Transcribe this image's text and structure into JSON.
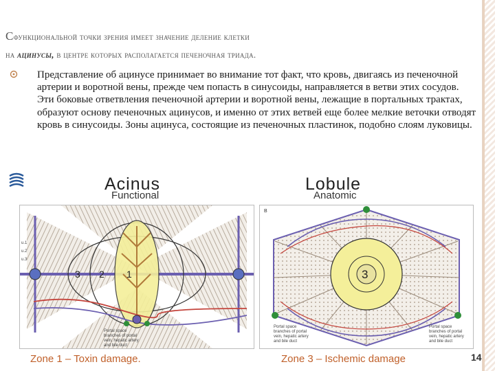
{
  "slide": {
    "title_first_letter": "С",
    "title_line1_rest": "функциональной точки зрения имеет значение деление клетки",
    "title_line2_pre": "на ",
    "title_emphasis": "ацинусы,",
    "title_line2_post": " в центре которых располагается печеночная триада.",
    "bullet_text": "Представление об ацинусе принимает во внимание тот факт, что кровь, двигаясь из печеночной артерии и воротной вены, прежде чем попасть в синусоиды, направляется в ветви этих сосудов. Эти боковые ответвления печеночной артерии и воротной вены, лежащие в портальных трактах, образуют основу печеночных ацинусов, и именно от этих ветвей еще более мелкие веточки отводят кровь в синусоиды.  Зоны ацинуса, состоящие из печеночных пластинок, подобно слоям луковицы.",
    "page_number": "14"
  },
  "figure": {
    "acinus_heading": "Acinus",
    "acinus_sub": "Functional",
    "lobule_heading": "Lobule",
    "lobule_sub": "Anatomic",
    "panel_b_label": "B",
    "zone_numbers": [
      "3",
      "2",
      "1"
    ],
    "central_zone": "3",
    "zone_side_labels": [
      "u.1",
      "u.2",
      "u.3"
    ],
    "left_caption": [
      "Portal space",
      "branches of portal",
      "vein, hepatic artery",
      "and bile duct"
    ],
    "right_caption_left": [
      "Portal space",
      "branches of portal",
      "vein, hepatic artery",
      "and bile duct"
    ],
    "right_caption_right": [
      "Portal space",
      "branches of portal",
      "vein, hepatic artery",
      "and bile duct"
    ],
    "zone1_caption": "Zone 1 – Toxin damage.",
    "zone3_caption": "Zone 3 – Ischemic damage"
  },
  "colors": {
    "accent_bullet": "#c0814c",
    "caption": "#c0602a",
    "vein": "#6b5fb0",
    "artery": "#c4453d",
    "zone_yellow": "#f4ef9a",
    "portal_green": "#2f8f3a"
  }
}
